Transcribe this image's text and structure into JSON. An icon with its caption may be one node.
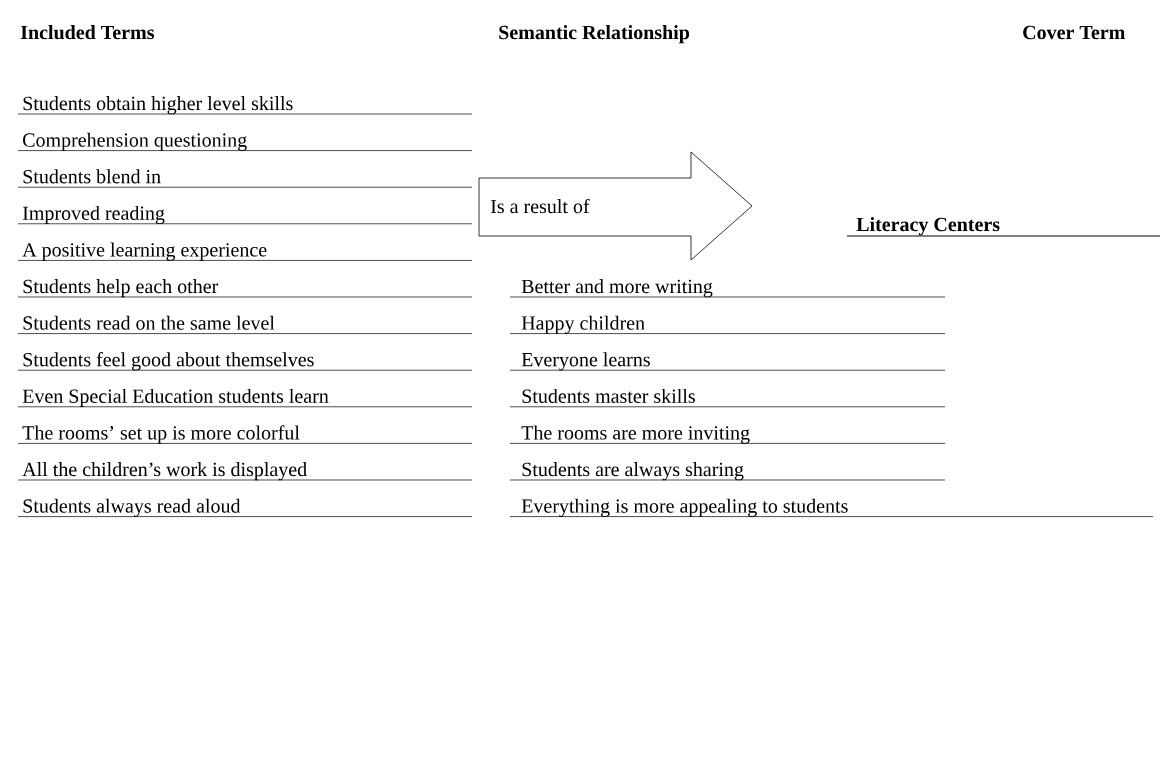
{
  "diagram": {
    "nodes": [
      {
        "text": [
          "Is a result of"
        ]
      }
    ],
    "labels": [
      "Included Terms",
      "Semantic Relationship",
      "Cover Term",
      "Students obtain higher level skills",
      "Comprehension questioning",
      "Students blend in",
      "Improved reading",
      "A positive learning experience",
      "Students help each other",
      "Students read on the same level",
      "Students feel good about themselves",
      "Even Special Education students learn",
      "The rooms’ set up is more colorful",
      "All the children’s work is displayed",
      "Students always read aloud",
      "Better and more writing",
      "Happy children",
      "Everyone learns",
      "Students master skills",
      "The rooms are more inviting",
      "Students are always sharing",
      "Everything is more appealing to students",
      "Literacy Centers"
    ]
  }
}
